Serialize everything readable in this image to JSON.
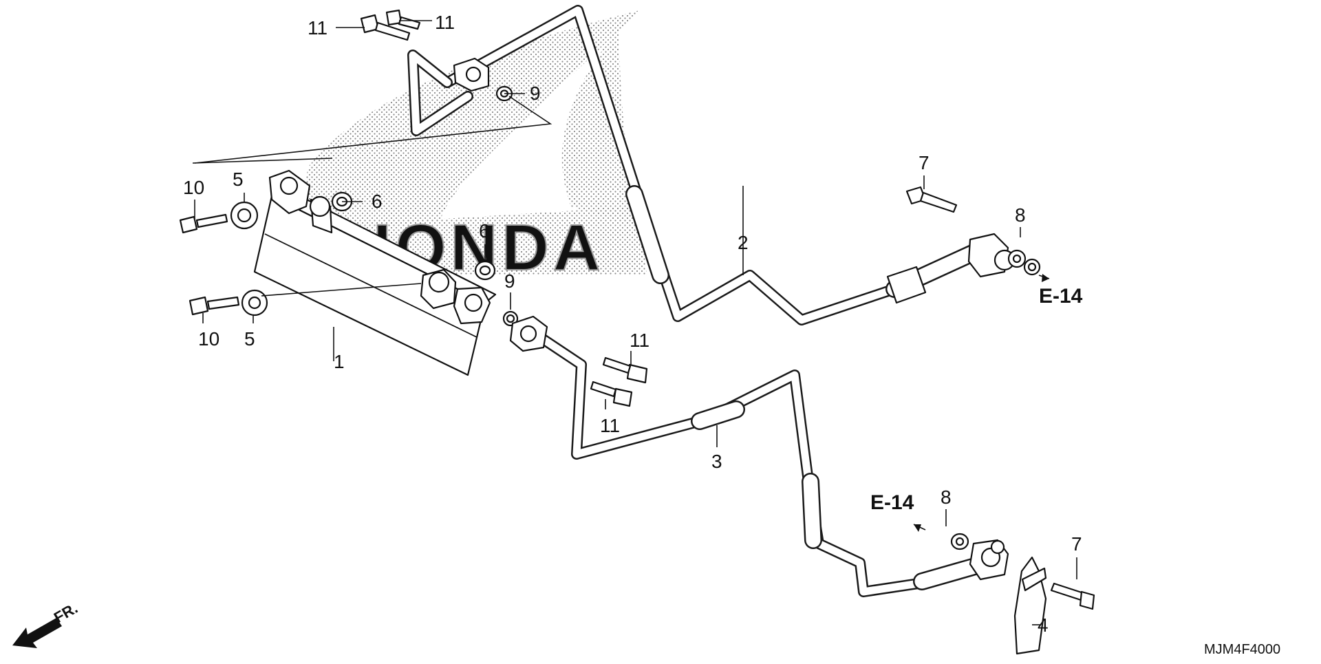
{
  "diagram": {
    "code": "MJM4F4000",
    "front_marker": "FR.",
    "reference_label": "E-14",
    "callouts": {
      "c1": "1",
      "c2": "2",
      "c3": "3",
      "c4": "4",
      "c5": "5",
      "c6": "6",
      "c7": "7",
      "c8": "8",
      "c9": "9",
      "c10": "10",
      "c11": "11"
    }
  }
}
